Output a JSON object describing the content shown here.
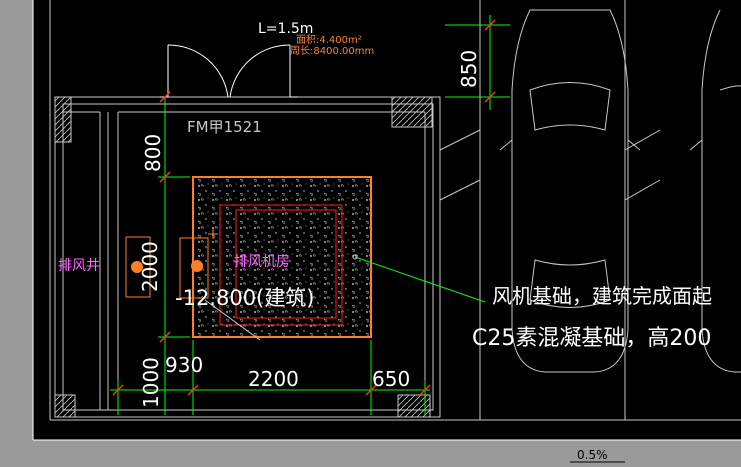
{
  "colors": {
    "background": "#000000",
    "wall_fill": "#9a9a9a",
    "dim_green": "#00ff00",
    "orange": "#ff7f27",
    "red": "#ff2020",
    "magenta": "#ff66ff",
    "white": "#ffffff",
    "gray_line": "#c8c8c8"
  },
  "labels": {
    "length": "L=1.5m",
    "area": "面积:4.400m²",
    "perimeter": "周长:8400.00mm",
    "door_code": "FM甲1521",
    "exhaust_shaft": "排风井",
    "fan_room": "排风机房",
    "elevation": "-12.800(建筑)",
    "note_line1": "风机基础，建筑完成面起",
    "note_line2": "C25素混凝基础，高200",
    "slope": "0.5%"
  },
  "dimensions": {
    "top_right_850": "850",
    "left_800": "800",
    "left_2000": "2000",
    "left_1000": "1000",
    "bottom_930": "930",
    "bottom_2200": "2200",
    "bottom_650": "650"
  }
}
